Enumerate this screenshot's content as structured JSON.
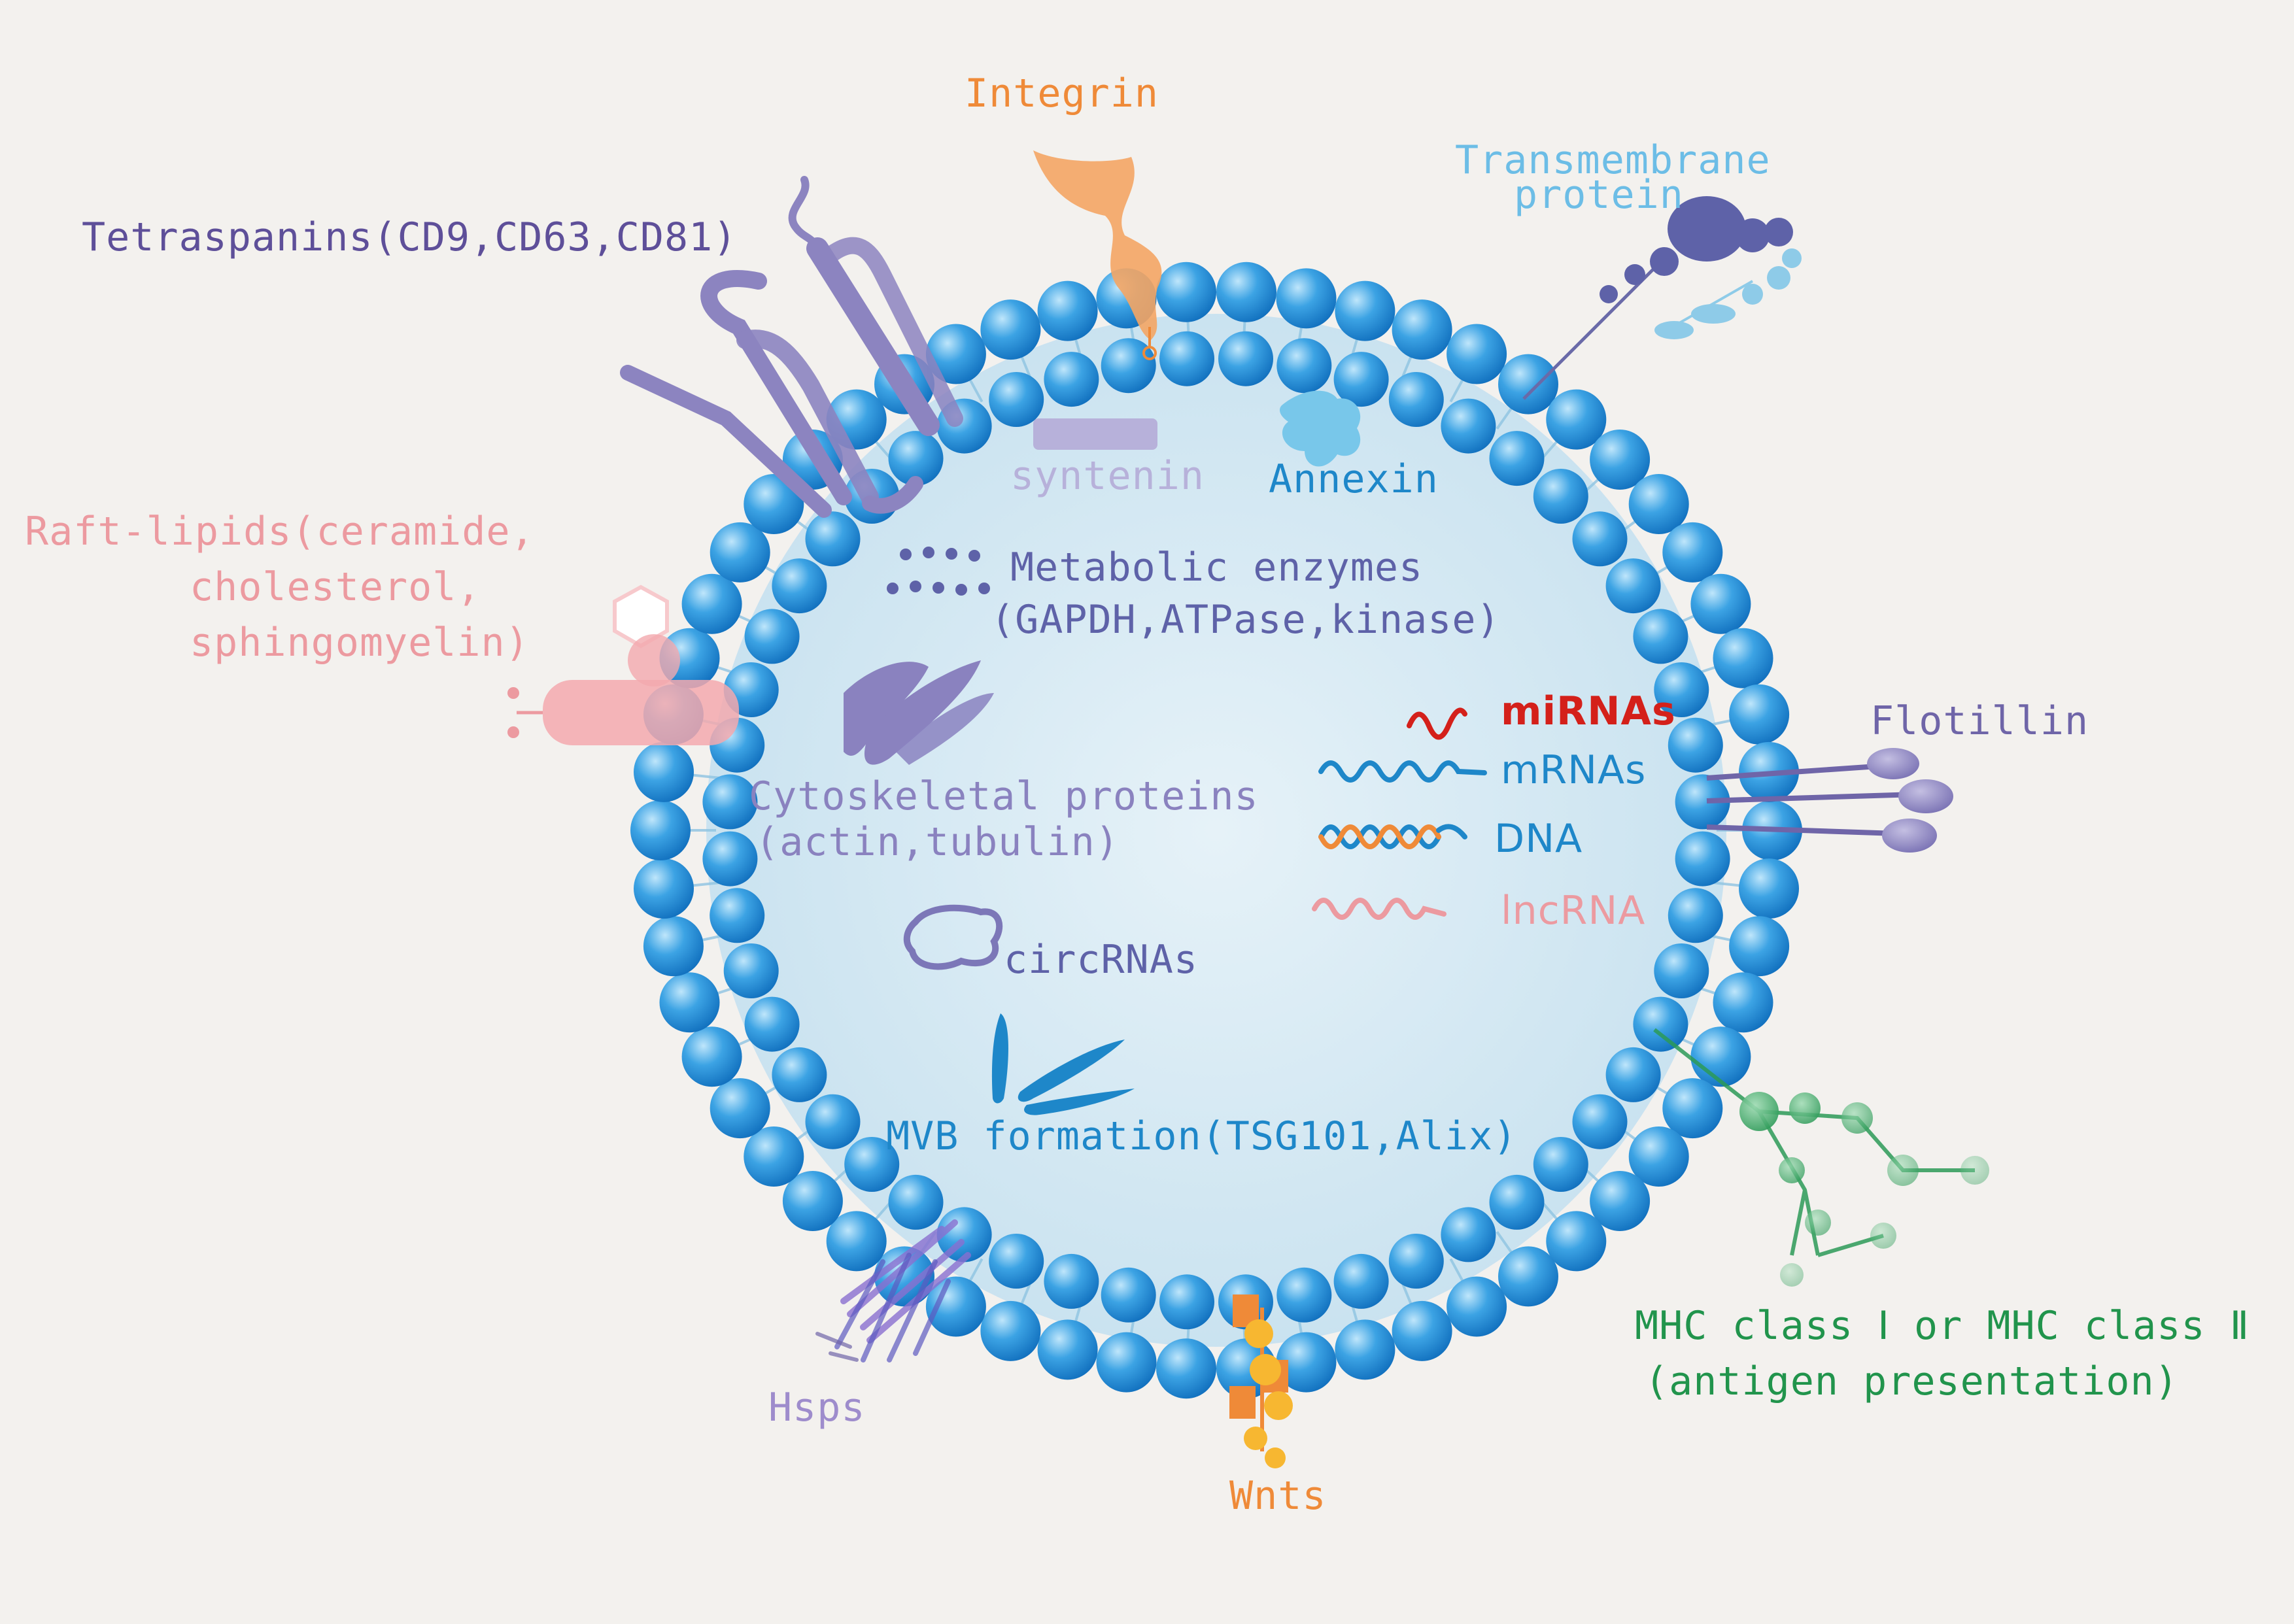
{
  "colors": {
    "background": "#f3f1ee",
    "lumen": "#d4e8f2",
    "bead": "#1f8ad6",
    "orange": "#ef8a38",
    "purple": "#6f65a8",
    "lavender": "#9e98c8",
    "sky": "#6cbde6",
    "pink": "#ec9aa0",
    "green": "#21944c",
    "red": "#d4201a",
    "blue": "#1e87c9"
  },
  "labels": {
    "integrin": "Integrin",
    "transmembrane_1": "Transmembrane",
    "transmembrane_2": "protein",
    "tetraspanins": "Tetraspanins(CD9,CD63,CD81)",
    "raft_1": "Raft-lipids(ceramide,",
    "raft_2": "cholesterol,",
    "raft_3": "sphingomyelin)",
    "syntenin": "syntenin",
    "annexin": "Annexin",
    "metabolic_1": "Metabolic enzymes",
    "metabolic_2": "(GAPDH,ATPase,kinase)",
    "flotillin": "Flotillin",
    "cytoskeletal_1": "Cytoskeletal proteins",
    "cytoskeletal_2": "(actin,tubulin)",
    "mirnas": "miRNAs",
    "mrnas": "mRNAs",
    "dna": "DNA",
    "lncrna": "lncRNA",
    "circrnas": "circRNAs",
    "mvb": "MVB formation(TSG101,Alix)",
    "mhc_1": "MHC class Ⅰ or MHC class Ⅱ",
    "mhc_2": "(antigen presentation)",
    "hsps": "Hsps",
    "wnts": "Wnts"
  }
}
